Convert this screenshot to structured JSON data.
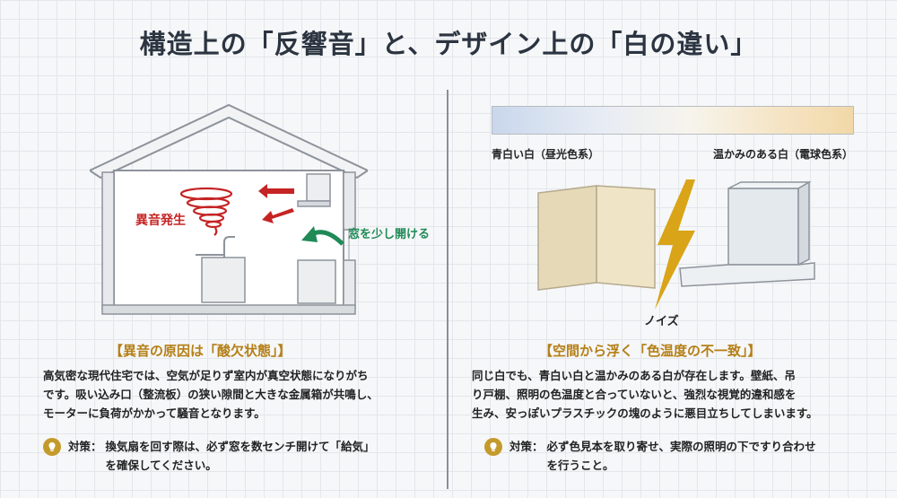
{
  "title": "構造上の「反響音」と、デザイン上の「白の違い」",
  "left": {
    "noise_label": "異音発生",
    "window_label": "窓を少し開ける",
    "heading": "【異音の原因は「酸欠状態」】",
    "body": [
      "高気密な現代住宅では、空気が足りず室内が真空状態になりがち",
      "です。吸い込み口（整流板）の狭い隙間と大きな金属箱が共鳴し、",
      "モーターに負荷がかかって騒音となります。"
    ],
    "tip_label": "対策：",
    "tip": [
      "換気扇を回す際は、必ず窓を数センチ開けて「給気」",
      "を確保してください。"
    ]
  },
  "right": {
    "gradient_left": "青白い白（昼光色系）",
    "gradient_right": "温かみのある白（電球色系）",
    "noise_label": "ノイズ",
    "heading": "【空間から浮く「色温度の不一致」】",
    "body": [
      "同じ白でも、青白い白と温かみのある白が存在します。壁紙、吊",
      "り戸棚、照明の色温度と合っていないと、強烈な視覚的違和感を",
      "生み、安っぽいプラスチックの塊のように悪目立ちしてしまいます。"
    ],
    "tip_label": "対策：",
    "tip": [
      "必ず色見本を取り寄せ、実際の照明の下ですり合わせ",
      "を行うこと。"
    ]
  },
  "colors": {
    "heading": "#b57f16",
    "noise_red": "#c52424",
    "window_green": "#1f8a56",
    "tip_icon": "#c49a2c",
    "lightning": "#d9a417"
  }
}
